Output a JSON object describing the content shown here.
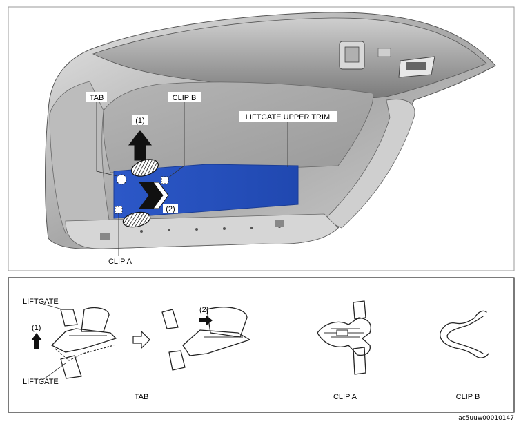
{
  "top_view": {
    "labels": {
      "tab": "TAB",
      "clip_b": "CLIP B",
      "clip_a": "CLIP A",
      "liftgate_upper_trim": "LIFTGATE UPPER TRIM",
      "step1": "(1)",
      "step2": "(2)"
    },
    "colors": {
      "trim": "#2b55c0",
      "body": "#bdbdbd",
      "glass": "#a9a9a9"
    }
  },
  "detail_view": {
    "labels": {
      "liftgate_top": "LIFTGATE",
      "liftgate_bottom": "LIFTGATE",
      "step1": "(1)",
      "step2": "(2)",
      "tab": "TAB",
      "clip_a": "CLIP A",
      "clip_b": "CLIP B"
    }
  },
  "figure_code": "ac5uuw00010147"
}
